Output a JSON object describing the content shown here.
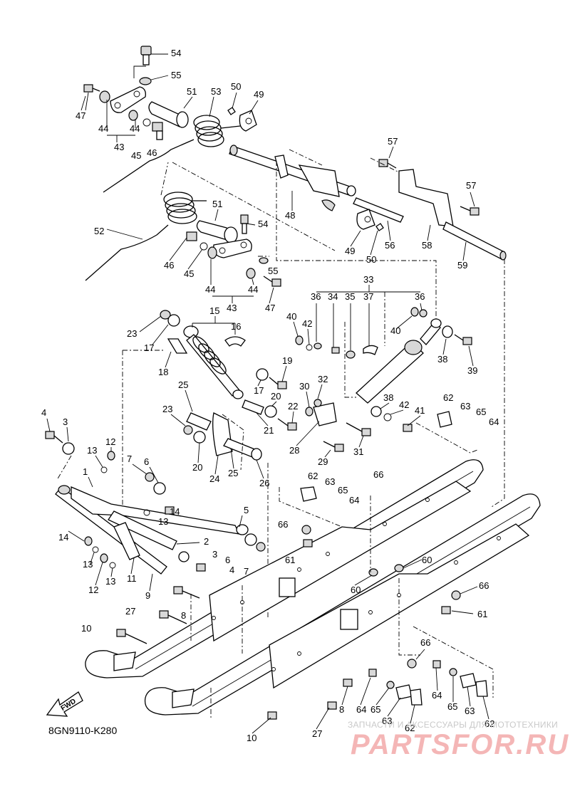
{
  "diagram": {
    "code": "8GN9110-K280",
    "fwd_label": "FWD",
    "watermark": {
      "subtitle": "ЗАПЧАСТИ И АКСЕССУАРЫ ДЛЯ МОТОТЕХНИКИ",
      "logo": "PARTSFOR.RU"
    }
  },
  "callouts": {
    "c54a": "54",
    "c55a": "55",
    "c51a": "51",
    "c53": "53",
    "c50a": "50",
    "c49a": "49",
    "c47a": "47",
    "c44a": "44",
    "c44b": "44",
    "c43a": "43",
    "c45a": "45",
    "c46a": "46",
    "c57a": "57",
    "c57b": "57",
    "c48": "48",
    "c52": "52",
    "c51b": "51",
    "c54b": "54",
    "c49b": "49",
    "c50b": "50",
    "c56": "56",
    "c58": "58",
    "c59": "59",
    "c46b": "46",
    "c45b": "45",
    "c44c": "44",
    "c44d": "44",
    "c43b": "43",
    "c55b": "55",
    "c47b": "47",
    "c33": "33",
    "c36a": "36",
    "c34": "34",
    "c35": "35",
    "c37": "37",
    "c36b": "36",
    "c15": "15",
    "c16": "16",
    "c23a": "23",
    "c17a": "17",
    "c18": "18",
    "c40a": "40",
    "c42a": "42",
    "c40b": "40",
    "c38a": "38",
    "c39": "39",
    "c19": "19",
    "c17b": "17",
    "c25a": "25",
    "c20a": "20",
    "c32": "32",
    "c30": "30",
    "c22": "22",
    "c23b": "23",
    "c21": "21",
    "c38b": "38",
    "c42b": "42",
    "c41": "41",
    "c62a": "62",
    "c63a": "63",
    "c65a": "65",
    "c64a": "64",
    "c28": "28",
    "c31": "31",
    "c29": "29",
    "c4a": "4",
    "c3a": "3",
    "c12a": "12",
    "c13a": "13",
    "c7a": "7",
    "c6a": "6",
    "c20b": "20",
    "c24": "24",
    "c25b": "25",
    "c26": "26",
    "c1": "1",
    "c62b": "62",
    "c63b": "63",
    "c66a": "66",
    "c65b": "65",
    "c64b": "64",
    "c14a": "14",
    "c13b": "13",
    "c5": "5",
    "c14b": "14",
    "c66b": "66",
    "c2": "2",
    "c61a": "61",
    "c6b": "6",
    "c3b": "3",
    "c4b": "4",
    "c7b": "7",
    "c13c": "13",
    "c12b": "12",
    "c13d": "13",
    "c11": "11",
    "c9": "9",
    "c60a": "60",
    "c60b": "60",
    "c66c": "66",
    "c8a": "8",
    "c27a": "27",
    "c10a": "10",
    "c61b": "61",
    "c66d": "66",
    "c8b": "8",
    "c64c": "64",
    "c65c": "65",
    "c63c": "63",
    "c62c": "62",
    "c64d": "64",
    "c65d": "65",
    "c63d": "63",
    "c62d": "62",
    "c27b": "27",
    "c10b": "10"
  }
}
